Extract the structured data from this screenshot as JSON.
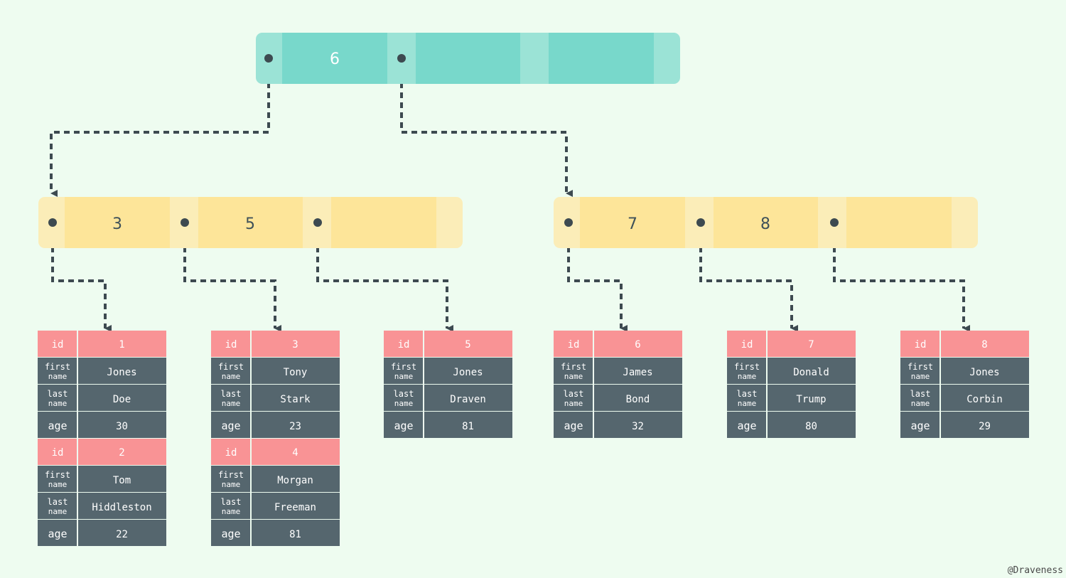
{
  "root": {
    "keys": [
      "6",
      "",
      ""
    ]
  },
  "internal_nodes": [
    {
      "keys": [
        "3",
        "5",
        ""
      ]
    },
    {
      "keys": [
        "7",
        "8",
        ""
      ]
    }
  ],
  "leaves": [
    {
      "records": [
        {
          "id": "1",
          "first_name": "Jones",
          "last_name": "Doe",
          "age": "30"
        },
        {
          "id": "2",
          "first_name": "Tom",
          "last_name": "Hiddleston",
          "age": "22"
        }
      ]
    },
    {
      "records": [
        {
          "id": "3",
          "first_name": "Tony",
          "last_name": "Stark",
          "age": "23"
        },
        {
          "id": "4",
          "first_name": "Morgan",
          "last_name": "Freeman",
          "age": "81"
        }
      ]
    },
    {
      "records": [
        {
          "id": "5",
          "first_name": "Jones",
          "last_name": "Draven",
          "age": "81"
        }
      ]
    },
    {
      "records": [
        {
          "id": "6",
          "first_name": "James",
          "last_name": "Bond",
          "age": "32"
        }
      ]
    },
    {
      "records": [
        {
          "id": "7",
          "first_name": "Donald",
          "last_name": "Trump",
          "age": "80"
        }
      ]
    },
    {
      "records": [
        {
          "id": "8",
          "first_name": "Jones",
          "last_name": "Corbin",
          "age": "29"
        }
      ]
    }
  ],
  "field_labels": {
    "id": "id",
    "first": "first",
    "last": "last",
    "name": "name",
    "age": "age"
  },
  "credit": "@Draveness",
  "colors": {
    "background": "#eefcf0",
    "root_key": "#78d8cb",
    "root_pointer": "#9be3d6",
    "internal_key": "#fde599",
    "internal_pointer": "#fbedb8",
    "id_row": "#f99395",
    "data_row": "#55666e",
    "arrow": "#3d4a50"
  }
}
